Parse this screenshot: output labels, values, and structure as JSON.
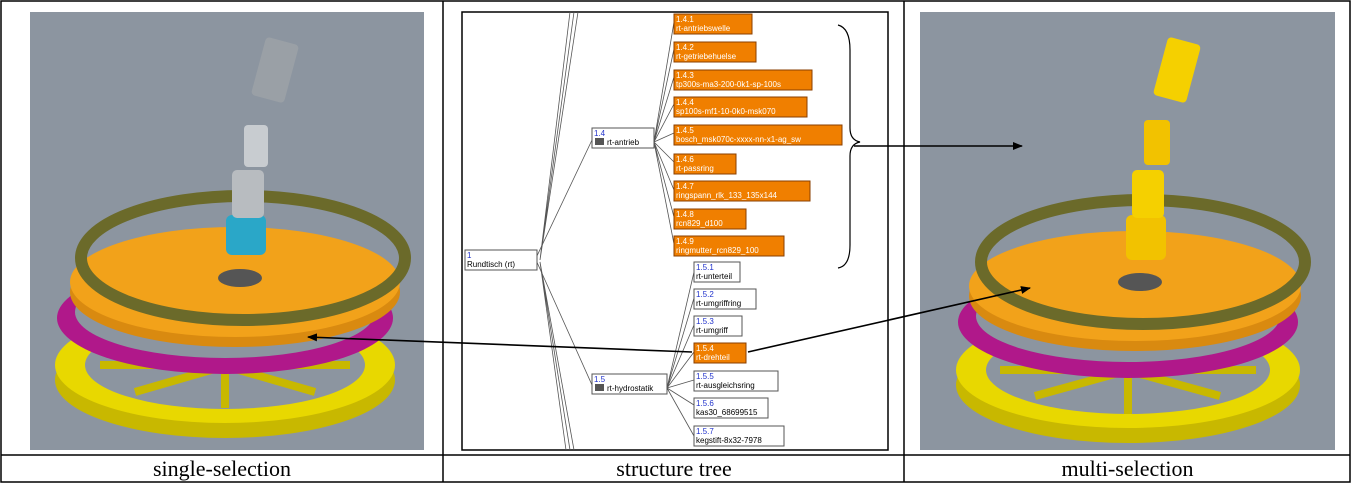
{
  "captions": {
    "left": "single-selection",
    "middle": "structure tree",
    "right": "multi-selection"
  },
  "colors": {
    "viewport": "#8c95a0",
    "selection_orange": "#f07f00",
    "part_yellow": "#e8d800",
    "part_magenta": "#b0188a",
    "part_orange": "#f2a21a",
    "part_gold": "#f2c200",
    "ring_olive": "#6b6a2a"
  },
  "tree": {
    "root": {
      "id": "1",
      "name": "Rundtisch (rt)"
    },
    "groups": [
      {
        "id": "1.4",
        "name": "rt-antrieb",
        "children": [
          {
            "id": "1.4.1",
            "name": "rt-antriebswelle",
            "selected": true
          },
          {
            "id": "1.4.2",
            "name": "rt-getriebehuelse",
            "selected": true
          },
          {
            "id": "1.4.3",
            "name": "tp300s-ma3-200-0k1-sp-100s",
            "selected": true
          },
          {
            "id": "1.4.4",
            "name": "sp100s-mf1-10-0k0-msk070",
            "selected": true
          },
          {
            "id": "1.4.5",
            "name": "bosch_msk070c-xxxx-nn-x1-ag_sw",
            "selected": true
          },
          {
            "id": "1.4.6",
            "name": "rt-passring",
            "selected": true
          },
          {
            "id": "1.4.7",
            "name": "ringspann_rlk_133_135x144",
            "selected": true
          },
          {
            "id": "1.4.8",
            "name": "rcn829_d100",
            "selected": true
          },
          {
            "id": "1.4.9",
            "name": "ringmutter_rcn829_100",
            "selected": true
          }
        ]
      },
      {
        "id": "1.5",
        "name": "rt-hydrostatik",
        "children": [
          {
            "id": "1.5.1",
            "name": "rt-unterteil",
            "selected": false
          },
          {
            "id": "1.5.2",
            "name": "rt-umgriffring",
            "selected": false
          },
          {
            "id": "1.5.3",
            "name": "rt-umgriff",
            "selected": false
          },
          {
            "id": "1.5.4",
            "name": "rt-drehteil",
            "selected": true
          },
          {
            "id": "1.5.5",
            "name": "rt-ausgleichsring",
            "selected": false
          },
          {
            "id": "1.5.6",
            "name": "kas30_68699515",
            "selected": false
          },
          {
            "id": "1.5.7",
            "name": "kegstift-8x32-7978",
            "selected": false
          }
        ]
      }
    ]
  }
}
